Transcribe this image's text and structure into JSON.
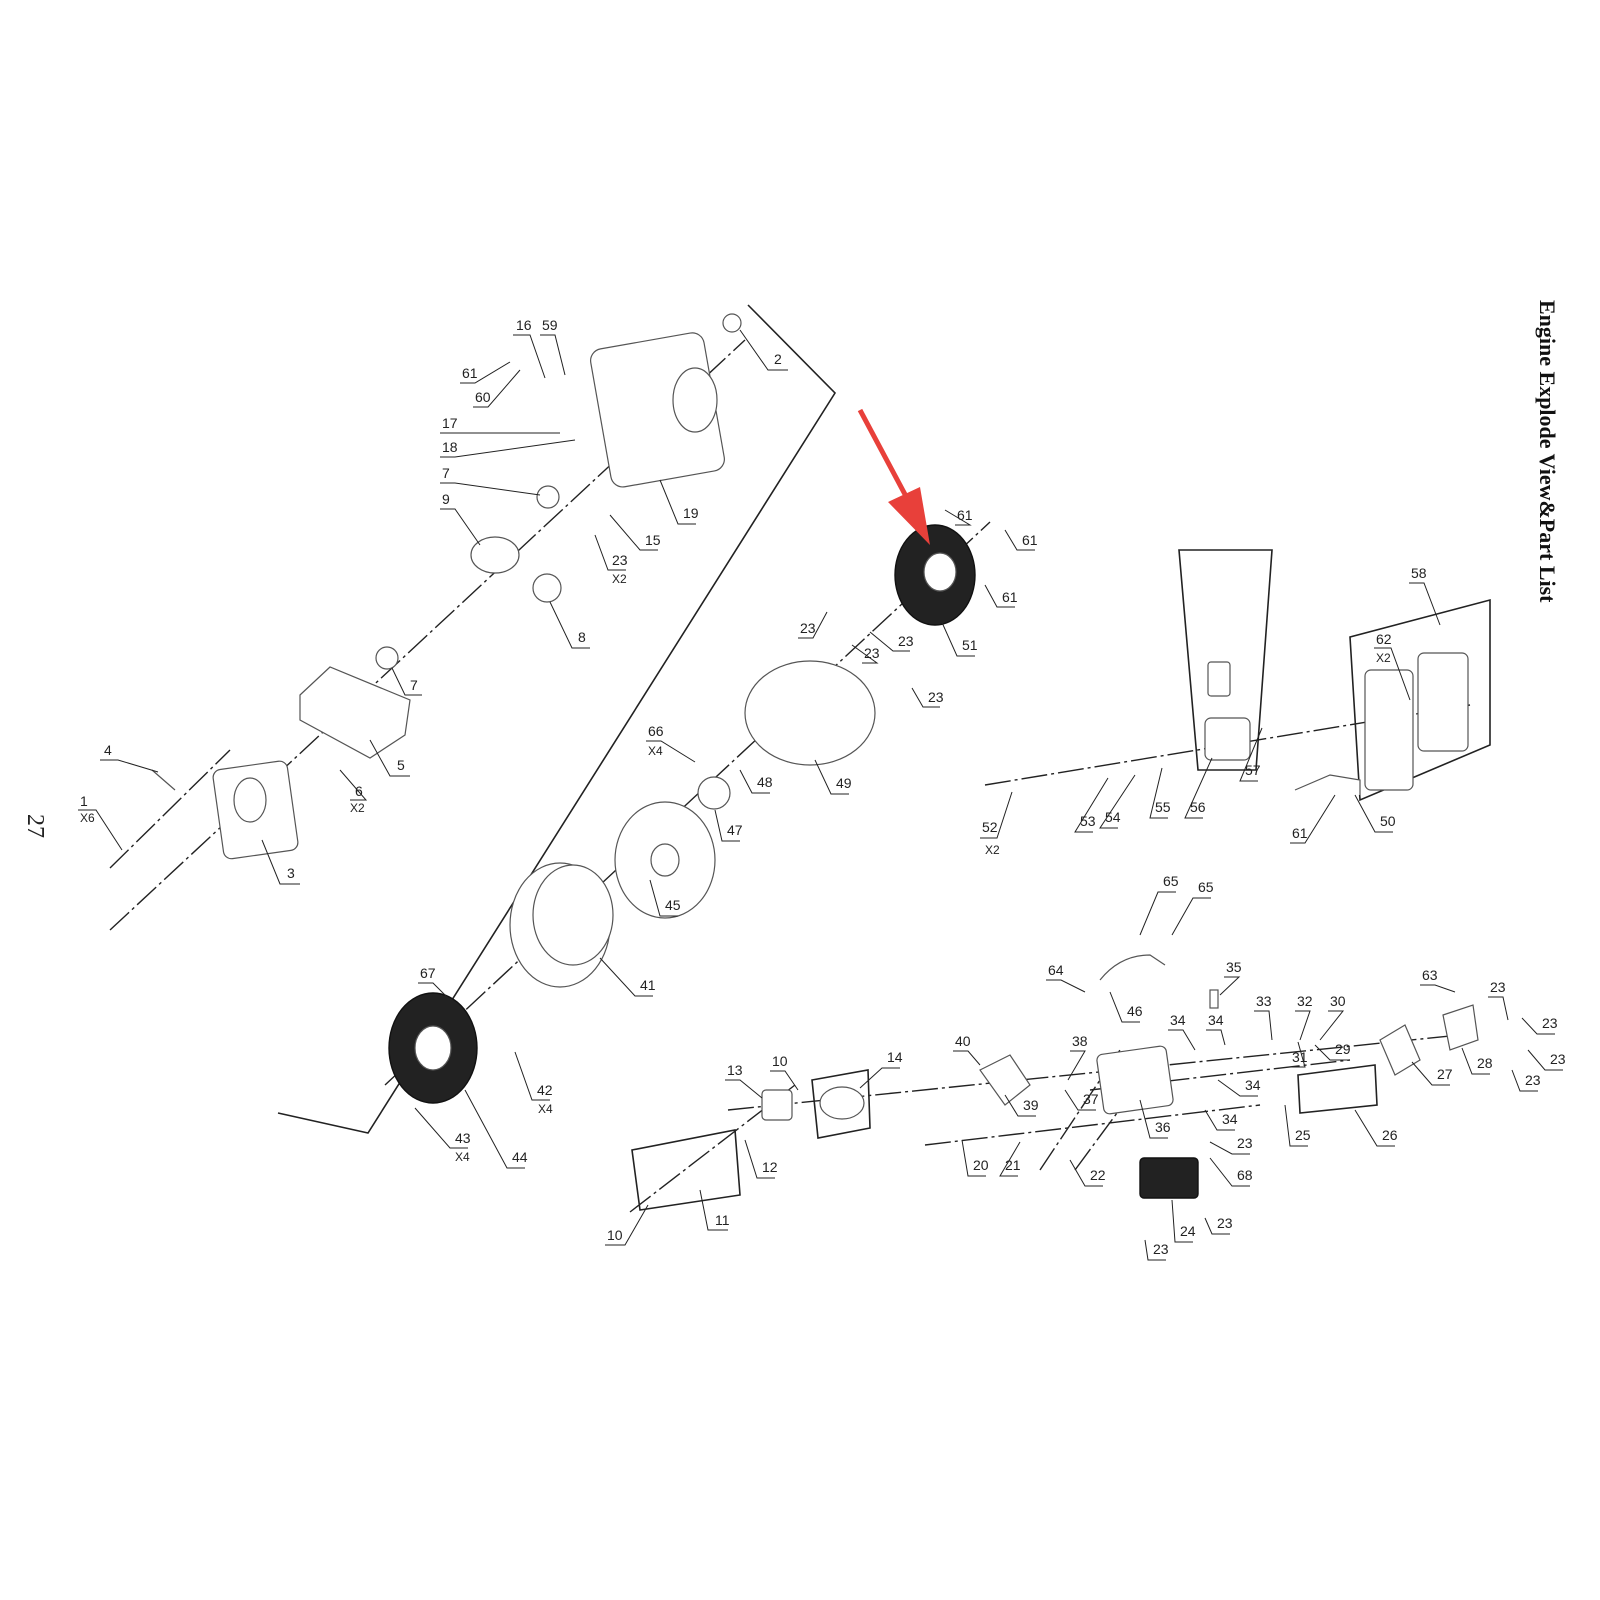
{
  "page_title": "Engine Explode View&Part List",
  "page_number": "27",
  "highlight": {
    "arrow_color": "#e8403a",
    "target_part": "51"
  },
  "callouts": {
    "c1": {
      "num": "1",
      "qty": "X6"
    },
    "c2": {
      "num": "2"
    },
    "c3": {
      "num": "3"
    },
    "c4": {
      "num": "4"
    },
    "c5": {
      "num": "5"
    },
    "c6": {
      "num": "6",
      "qty": "X2"
    },
    "c7a": {
      "num": "7"
    },
    "c7b": {
      "num": "7"
    },
    "c8": {
      "num": "8"
    },
    "c9": {
      "num": "9"
    },
    "c10a": {
      "num": "10"
    },
    "c10b": {
      "num": "10"
    },
    "c11": {
      "num": "11"
    },
    "c12": {
      "num": "12"
    },
    "c13": {
      "num": "13"
    },
    "c14": {
      "num": "14"
    },
    "c15": {
      "num": "15"
    },
    "c16": {
      "num": "16"
    },
    "c17": {
      "num": "17"
    },
    "c18": {
      "num": "18"
    },
    "c19": {
      "num": "19"
    },
    "c20": {
      "num": "20"
    },
    "c21": {
      "num": "21"
    },
    "c22": {
      "num": "22"
    },
    "c23a": {
      "num": "23",
      "qty": "X2"
    },
    "c23b": {
      "num": "23"
    },
    "c23c": {
      "num": "23"
    },
    "c23d": {
      "num": "23"
    },
    "c23e": {
      "num": "23"
    },
    "c23f": {
      "num": "23"
    },
    "c23g": {
      "num": "23"
    },
    "c23h": {
      "num": "23"
    },
    "c23i": {
      "num": "23"
    },
    "c23j": {
      "num": "23"
    },
    "c23k": {
      "num": "23"
    },
    "c23l": {
      "num": "23"
    },
    "c24": {
      "num": "24"
    },
    "c25": {
      "num": "25"
    },
    "c26": {
      "num": "26"
    },
    "c27": {
      "num": "27"
    },
    "c28": {
      "num": "28"
    },
    "c29": {
      "num": "29"
    },
    "c30": {
      "num": "30"
    },
    "c31": {
      "num": "31"
    },
    "c32": {
      "num": "32"
    },
    "c33": {
      "num": "33"
    },
    "c34a": {
      "num": "34"
    },
    "c34b": {
      "num": "34"
    },
    "c34c": {
      "num": "34"
    },
    "c34d": {
      "num": "34"
    },
    "c35": {
      "num": "35"
    },
    "c36": {
      "num": "36"
    },
    "c37": {
      "num": "37"
    },
    "c38": {
      "num": "38"
    },
    "c39": {
      "num": "39"
    },
    "c40": {
      "num": "40"
    },
    "c41": {
      "num": "41"
    },
    "c42": {
      "num": "42",
      "qty": "X4"
    },
    "c43": {
      "num": "43",
      "qty": "X4"
    },
    "c44": {
      "num": "44"
    },
    "c45": {
      "num": "45"
    },
    "c46": {
      "num": "46"
    },
    "c47": {
      "num": "47"
    },
    "c48": {
      "num": "48"
    },
    "c49": {
      "num": "49"
    },
    "c50": {
      "num": "50"
    },
    "c51": {
      "num": "51"
    },
    "c52": {
      "num": "52",
      "qty": "X2"
    },
    "c53": {
      "num": "53"
    },
    "c54": {
      "num": "54"
    },
    "c55": {
      "num": "55"
    },
    "c56": {
      "num": "56"
    },
    "c57": {
      "num": "57"
    },
    "c58": {
      "num": "58"
    },
    "c59": {
      "num": "59"
    },
    "c60": {
      "num": "60"
    },
    "c61a": {
      "num": "61"
    },
    "c61b": {
      "num": "61"
    },
    "c61c": {
      "num": "61"
    },
    "c61d": {
      "num": "61"
    },
    "c61e": {
      "num": "61"
    },
    "c62": {
      "num": "62",
      "qty": "X2"
    },
    "c63": {
      "num": "63"
    },
    "c64": {
      "num": "64"
    },
    "c65a": {
      "num": "65"
    },
    "c65b": {
      "num": "65"
    },
    "c66": {
      "num": "66",
      "qty": "X4"
    },
    "c67": {
      "num": "67"
    },
    "c68": {
      "num": "68"
    }
  }
}
